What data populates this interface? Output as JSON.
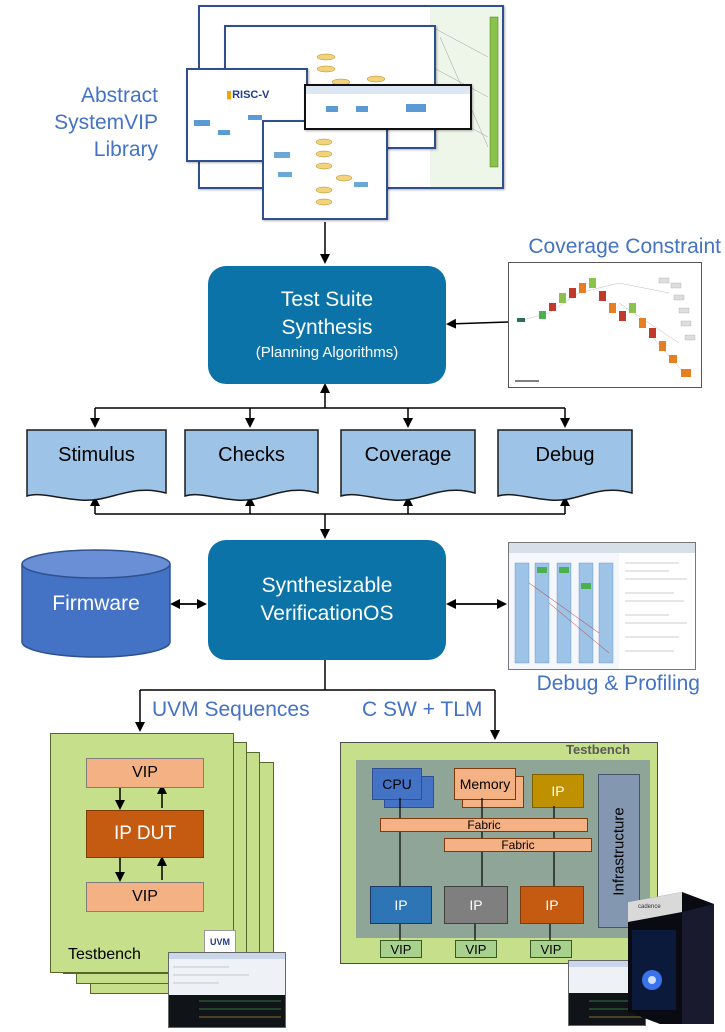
{
  "library": {
    "line1": "Abstract",
    "line2": "SystemVIP",
    "line3": "Library",
    "riscv_logo": "RISC-V"
  },
  "synthesis": {
    "line1": "Test Suite",
    "line2": "Synthesis",
    "line3": "(Planning Algorithms)"
  },
  "coverage_constraint": {
    "label": "Coverage Constraint"
  },
  "outputs": [
    "Stimulus",
    "Checks",
    "Coverage",
    "Debug"
  ],
  "os": {
    "line1": "Synthesizable",
    "line2": "VerificationOS"
  },
  "firmware": {
    "label": "Firmware"
  },
  "debug_profiling": {
    "label": "Debug & Profiling"
  },
  "paths": {
    "left": "UVM Sequences",
    "right": "C SW + TLM"
  },
  "uvm_bench": {
    "top_vip": "VIP",
    "dut": "IP DUT",
    "bottom_vip": "VIP",
    "label": "Testbench",
    "logo": "UVM"
  },
  "soc_bench": {
    "title": "Testbench",
    "cpu": "CPU",
    "memory": "Memory",
    "ip_top": "IP",
    "fabric1": "Fabric",
    "fabric2": "Fabric",
    "infrastructure": "Infrastructure",
    "ips": [
      "IP",
      "IP",
      "IP"
    ],
    "vips": [
      "VIP",
      "VIP",
      "VIP"
    ]
  },
  "server_brand": "cadence",
  "colors": {
    "main_box": "#0b73a8",
    "label_blue": "#4472c4",
    "doc_fill": "#9dc3e6",
    "firmware": "#4472c4",
    "bench_green": "#c5df8a",
    "vip_orange": "#f4b183",
    "dut_orange": "#c55a11",
    "ip_blue": "#2e75b6",
    "ip_gray": "#7f7f7f",
    "ip_gold": "#bf9000"
  }
}
